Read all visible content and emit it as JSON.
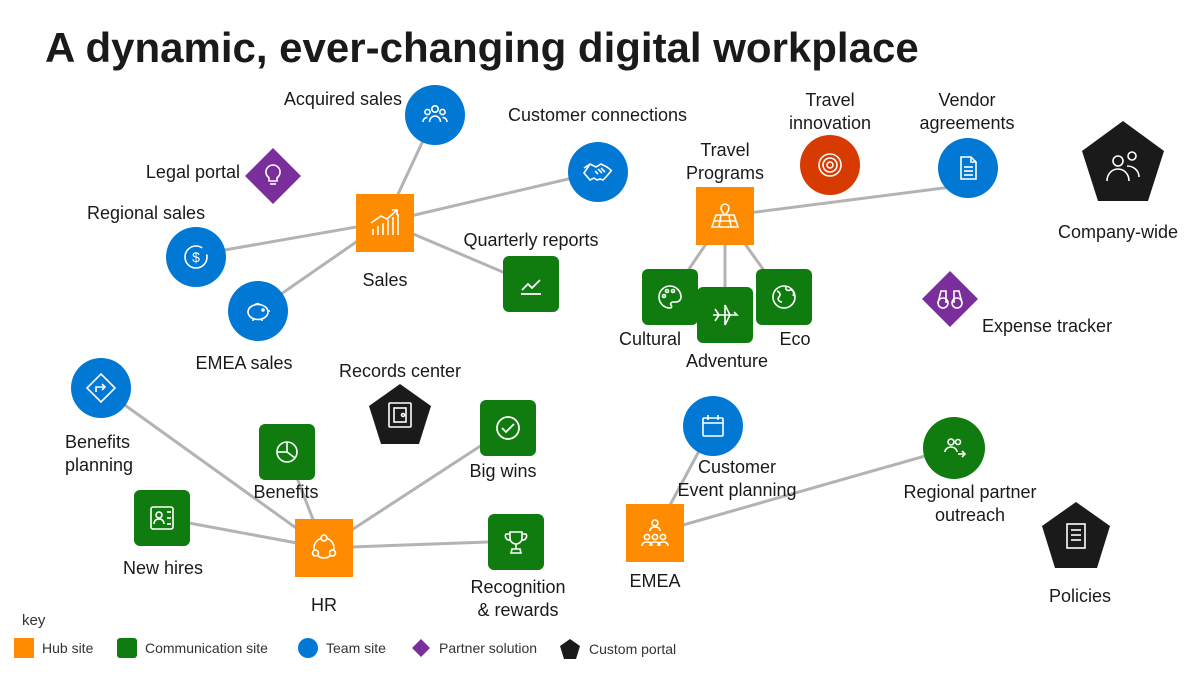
{
  "title": "A dynamic, ever-changing digital workplace",
  "colors": {
    "hub": "#ff8c00",
    "communication": "#107c10",
    "team": "#0078d4",
    "partner": "#7a2e9c",
    "custom": "#1a1a1a",
    "innovation": "#d83b01",
    "line": "#b3b3b3"
  },
  "nodes": {
    "acquired_sales": {
      "label": "Acquired sales",
      "icon": "people-icon"
    },
    "legal_portal": {
      "label": "Legal portal",
      "icon": "lightbulb-icon"
    },
    "regional_sales": {
      "label": "Regional sales",
      "icon": "dollar-icon"
    },
    "sales": {
      "label": "Sales",
      "icon": "growth-chart-icon"
    },
    "emea_sales": {
      "label": "EMEA sales",
      "icon": "piggy-bank-icon"
    },
    "customer_connections": {
      "label": "Customer connections",
      "icon": "handshake-icon"
    },
    "quarterly_reports": {
      "label": "Quarterly reports",
      "icon": "line-chart-icon"
    },
    "travel_programs": {
      "label_line1": "Travel",
      "label_line2": "Programs",
      "icon": "map-icon"
    },
    "travel_innovation": {
      "label_line1": "Travel",
      "label_line2": "innovation",
      "icon": "target-icon"
    },
    "vendor_agreements": {
      "label_line1": "Vendor",
      "label_line2": "agreements",
      "icon": "document-icon"
    },
    "company_wide": {
      "label": "Company-wide",
      "icon": "people-icon"
    },
    "cultural": {
      "label": "Cultural",
      "icon": "palette-icon"
    },
    "adventure": {
      "label": "Adventure",
      "icon": "airplane-icon"
    },
    "eco": {
      "label": "Eco",
      "icon": "globe-icon"
    },
    "expense_tracker": {
      "label": "Expense tracker",
      "icon": "binoculars-icon"
    },
    "benefits_planning": {
      "label_line1": "Benefits",
      "label_line2": "planning",
      "icon": "direction-icon"
    },
    "records_center": {
      "label": "Records center",
      "icon": "safe-icon"
    },
    "benefits": {
      "label": "Benefits",
      "icon": "pie-chart-icon"
    },
    "big_wins": {
      "label": "Big wins",
      "icon": "checkmark-icon"
    },
    "new_hires": {
      "label": "New hires",
      "icon": "badge-icon"
    },
    "hr": {
      "label": "HR",
      "icon": "network-icon"
    },
    "recognition": {
      "label_line1": "Recognition",
      "label_line2": "& rewards",
      "icon": "trophy-icon"
    },
    "customer_event": {
      "label_line1": "Customer",
      "label_line2": "Event planning",
      "icon": "calendar-icon"
    },
    "regional_partner": {
      "label_line1": "Regional partner",
      "label_line2": "outreach",
      "icon": "people-arrow-icon"
    },
    "emea": {
      "label": "EMEA",
      "icon": "org-chart-icon"
    },
    "policies": {
      "label": "Policies",
      "icon": "list-document-icon"
    }
  },
  "key": {
    "title": "key",
    "items": [
      {
        "label": "Hub site",
        "shape": "square",
        "color": "#ff8c00"
      },
      {
        "label": "Communication site",
        "shape": "rounded-square",
        "color": "#107c10"
      },
      {
        "label": "Team site",
        "shape": "circle",
        "color": "#0078d4"
      },
      {
        "label": "Partner solution",
        "shape": "diamond",
        "color": "#7a2e9c"
      },
      {
        "label": "Custom portal",
        "shape": "pentagon",
        "color": "#1a1a1a"
      }
    ]
  }
}
